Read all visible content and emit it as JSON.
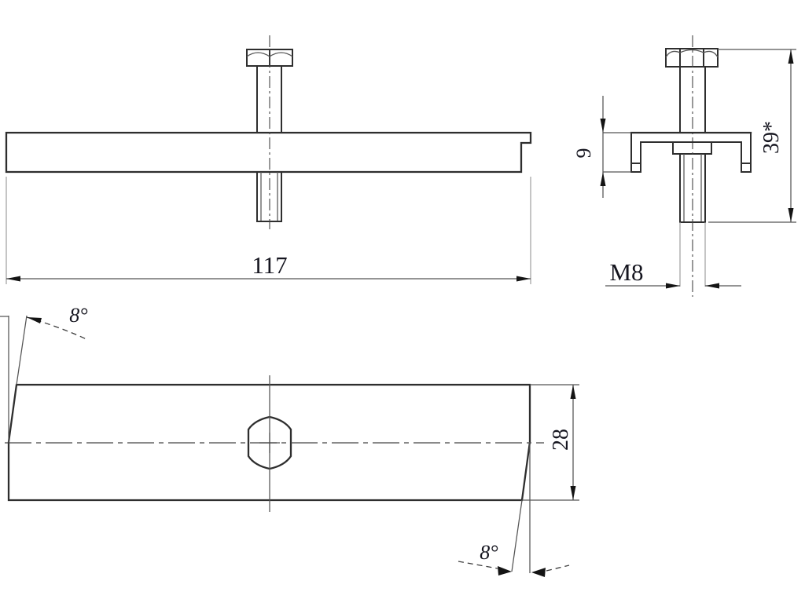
{
  "page": {
    "background": "#ffffff",
    "ink": "#2e2e2e"
  },
  "drawing": {
    "type": "engineering-three-view-drawing",
    "subject": "bar clamp plate with hex bolt and nut",
    "views": [
      {
        "id": "front-view",
        "description": "long bar with hex bolt through center, threaded end below, stepped notch at right end"
      },
      {
        "id": "side-view",
        "description": "clamp plate with down-turned feet, hex bolt and nut, threaded stud below"
      },
      {
        "id": "top-view",
        "description": "bar plan view with central hex hole, both ends bevelled 8 degrees"
      }
    ],
    "dimensions": {
      "length": "117",
      "flange_height": "9",
      "overall_height": "39*",
      "thread": "M8",
      "width": "28",
      "angle_left": "8°",
      "angle_right": "8°"
    }
  }
}
